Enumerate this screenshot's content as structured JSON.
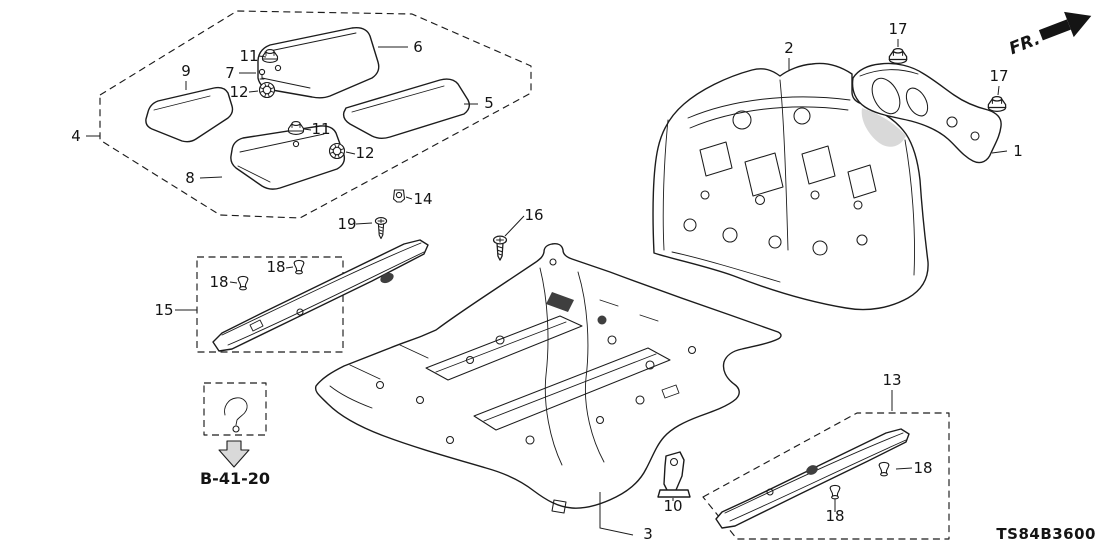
{
  "diagram": {
    "direction_label": "FR.",
    "reference_link": "B-41-20",
    "diagram_code": "TS84B3600",
    "accent_color": "#141414",
    "icons": {
      "direction_arrow": "arrow-northeast",
      "reference_arrow": "arrow-down-outline",
      "reference_symbol": "mat-hook-icon"
    },
    "callouts": [
      {
        "label": "4"
      },
      {
        "label": "9"
      },
      {
        "label": "11"
      },
      {
        "label": "7"
      },
      {
        "label": "12"
      },
      {
        "label": "6"
      },
      {
        "label": "5"
      },
      {
        "label": "11"
      },
      {
        "label": "12"
      },
      {
        "label": "8"
      },
      {
        "label": "14"
      },
      {
        "label": "19"
      },
      {
        "label": "16"
      },
      {
        "label": "15"
      },
      {
        "label": "18"
      },
      {
        "label": "18"
      },
      {
        "label": "2"
      },
      {
        "label": "17"
      },
      {
        "label": "17"
      },
      {
        "label": "1"
      },
      {
        "label": "13"
      },
      {
        "label": "18"
      },
      {
        "label": "18"
      },
      {
        "label": "10"
      },
      {
        "label": "3"
      }
    ]
  }
}
